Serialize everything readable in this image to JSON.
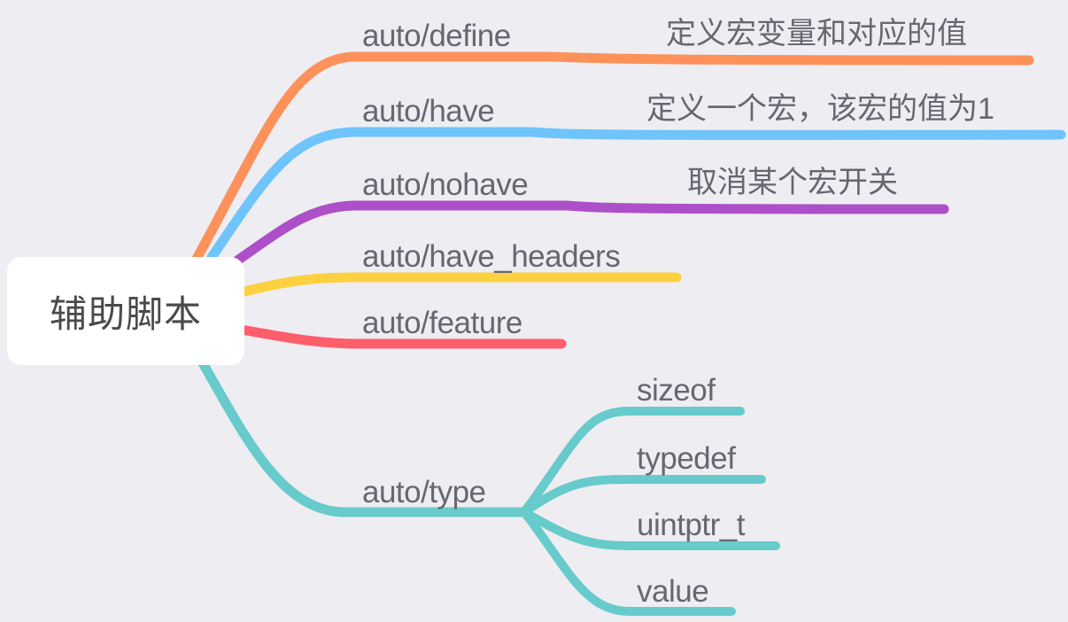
{
  "root": {
    "label": "辅助脚本"
  },
  "colors": {
    "background": "#eeedf2",
    "define": "#fd915a",
    "have": "#6ec4fb",
    "nohave": "#ad4fc8",
    "have_headers": "#fdd040",
    "feature": "#fd5e6c",
    "type": "#67cacb",
    "text": "#666770"
  },
  "branches": [
    {
      "id": "define",
      "label": "auto/define",
      "note": "定义宏变量和对应的值"
    },
    {
      "id": "have",
      "label": "auto/have",
      "note": "定义一个宏，该宏的值为1"
    },
    {
      "id": "nohave",
      "label": "auto/nohave",
      "note": "取消某个宏开关"
    },
    {
      "id": "have_headers",
      "label": "auto/have_headers"
    },
    {
      "id": "feature",
      "label": "auto/feature"
    },
    {
      "id": "type",
      "label": "auto/type",
      "children": [
        {
          "label": "sizeof"
        },
        {
          "label": "typedef"
        },
        {
          "label": "uintptr_t"
        },
        {
          "label": "value"
        }
      ]
    }
  ]
}
